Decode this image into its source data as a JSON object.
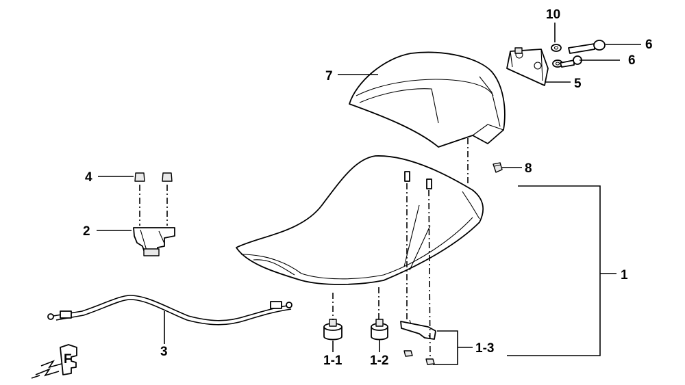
{
  "callouts": {
    "c1": "1",
    "c1_1": "1-1",
    "c1_2": "1-2",
    "c1_3": "1-3",
    "c2": "2",
    "c3": "3",
    "c4": "4",
    "c5": "5",
    "c6a": "6",
    "c6b": "6",
    "c7": "7",
    "c8": "8",
    "c10": "10"
  },
  "direction_marker": "F"
}
